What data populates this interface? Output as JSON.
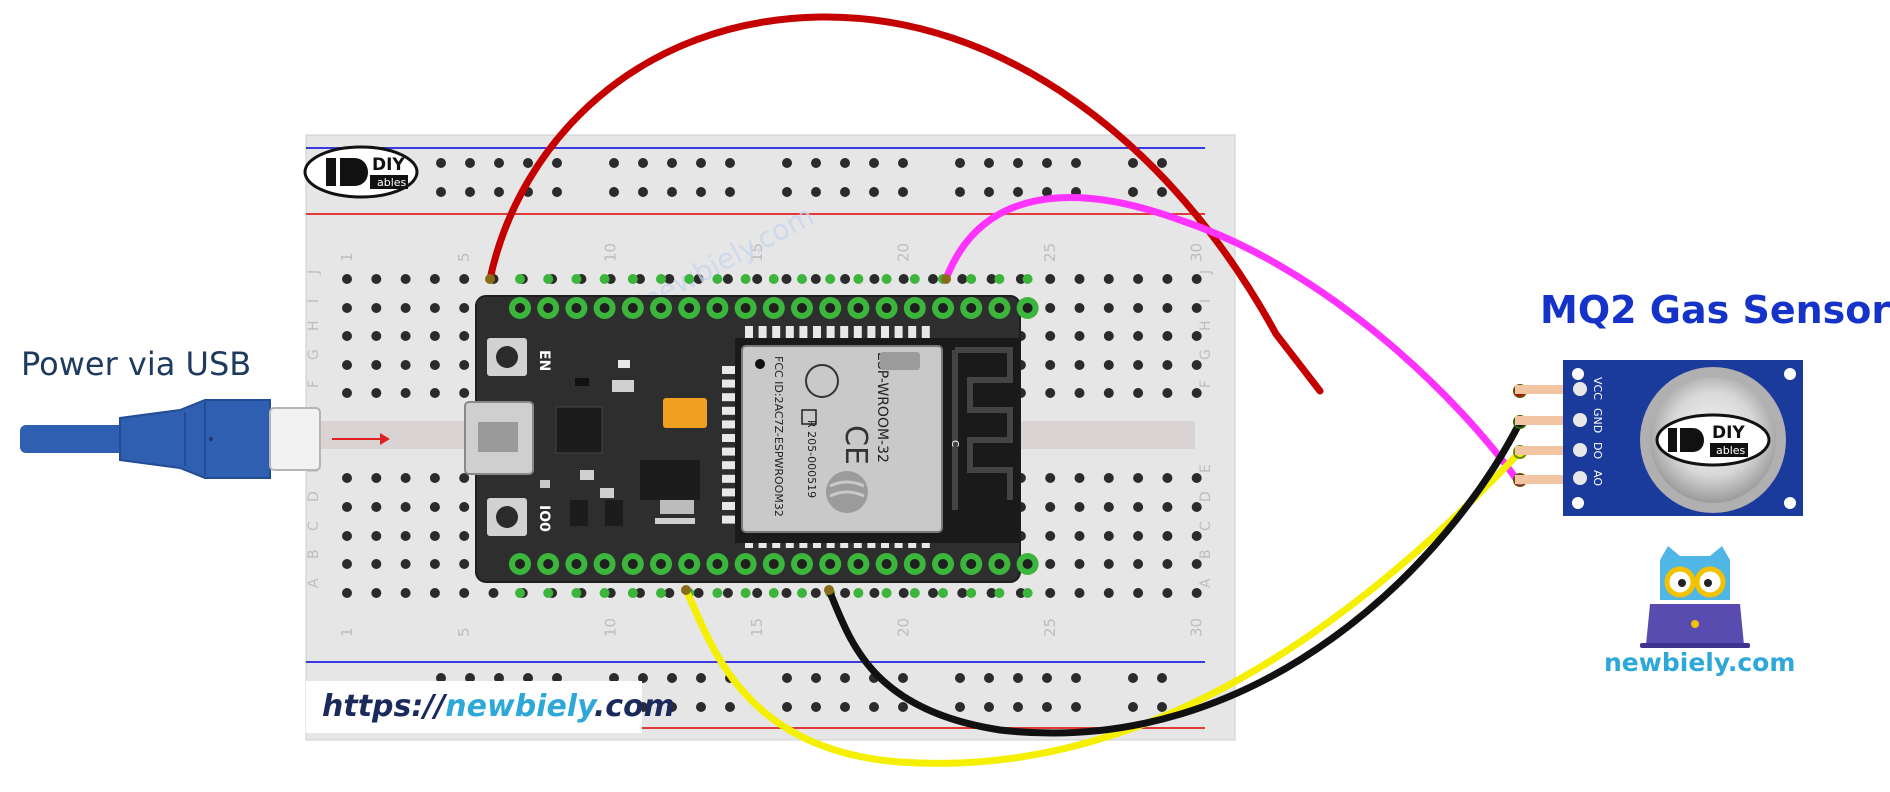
{
  "power": {
    "label": "Power via USB"
  },
  "sensor": {
    "title": "MQ2 Gas Sensor",
    "pins": [
      "VCC",
      "GND",
      "DO",
      "AO"
    ],
    "logo_text": "DIY ables"
  },
  "breadboard": {
    "logo_text": "DIY ables",
    "column_numbers": [
      "1",
      "5",
      "10",
      "15",
      "20",
      "25",
      "30"
    ],
    "row_letters_top": [
      "J",
      "I",
      "H",
      "G",
      "F"
    ],
    "row_letters_bottom": [
      "E",
      "D",
      "C",
      "B",
      "A"
    ]
  },
  "esp32": {
    "module_text": "ESP-WROOM-32",
    "fcc_text": "FCC ID:2AC7Z-ESPWROOM32",
    "cert_text": "R 205-000519",
    "button_en": "EN",
    "button_io0": "IO0"
  },
  "watermark": {
    "text": "https://newbiely.com"
  },
  "url": {
    "prefix": "https://",
    "brand": "newbiely",
    "suffix": ".com"
  },
  "brand": {
    "text": "newbiely.com"
  },
  "colors": {
    "wire_vcc": "#c40000",
    "wire_gnd": "#111111",
    "wire_ao": "#ff33ff",
    "wire_do": "#f5f000",
    "cable": "#2f5fb0",
    "sensor_board": "#1a3a9c",
    "board": "#2e2e2e"
  }
}
